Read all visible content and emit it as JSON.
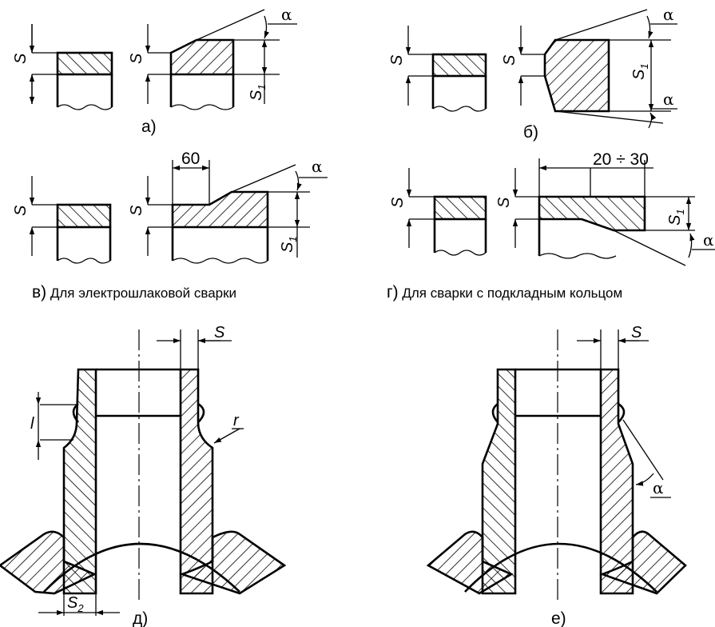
{
  "labels": {
    "s": "S",
    "s1_main": "S",
    "s1_sub": "1",
    "s2_main": "S",
    "s2_sub": "2",
    "alpha": "α",
    "l": "l",
    "r": "r",
    "dim_60": "60",
    "dim_20_30": "20 ÷ 30"
  },
  "captions": {
    "a": "а)",
    "b": "б)",
    "v_letter": "в)",
    "v_text": " Для электрошлаковой сварки",
    "g_letter": "г)",
    "g_text": " Для сварки с подкладным кольцом",
    "d": "д)",
    "e": "е)"
  }
}
